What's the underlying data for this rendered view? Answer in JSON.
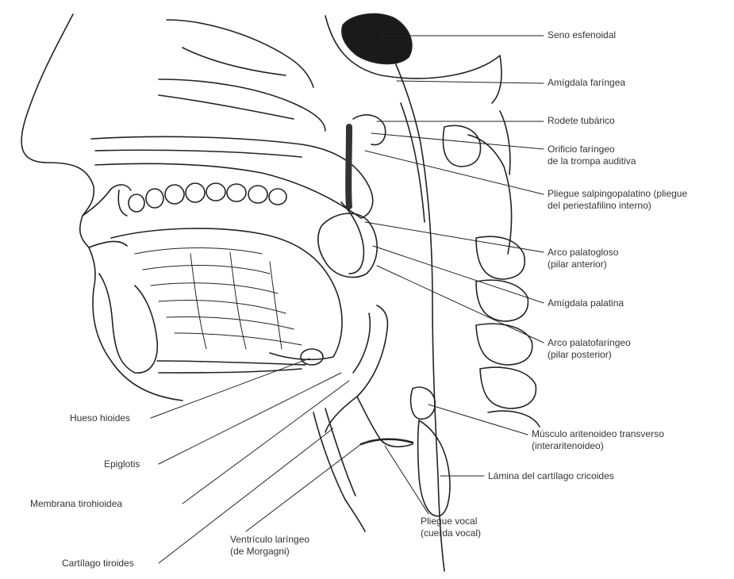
{
  "labels": {
    "seno_esfenoidal": "Seno esfenoidal",
    "amigdala_faringea": "Amígdala faríngea",
    "rodete_tubarico": "Rodete tubárico",
    "orificio_line1": "Orificio faríngeo",
    "orificio_line2": "de la trompa auditiva",
    "pliegue_salp_line1": "Pliegue salpingopalatino (pliegue",
    "pliegue_salp_line2": "del periestafilino interno)",
    "arco_palatogloso_line1": "Arco palatogloso",
    "arco_palatogloso_line2": "(pilar anterior)",
    "amigdala_palatina": "Amígdala palatina",
    "arco_palatofar_line1": "Arco palatofaríngeo",
    "arco_palatofar_line2": "(pilar posterior)",
    "musculo_line1": "Músculo aritenoideo transverso",
    "musculo_line2": "(interaritenoideo)",
    "lamina": "Lámina del cartílago cricoides",
    "pliegue_vocal_line1": "Pliegue vocal",
    "pliegue_vocal_line2": "(cuerda vocal)",
    "ventriculo_line1": "Ventrículo laríngeo",
    "ventriculo_line2": "(de Morgagni)",
    "hueso_hioides": "Hueso hioides",
    "epiglotis": "Epiglotis",
    "membrana": "Membrana tirohioidea",
    "cartilago_tiroides": "Cartílago tiroides"
  }
}
